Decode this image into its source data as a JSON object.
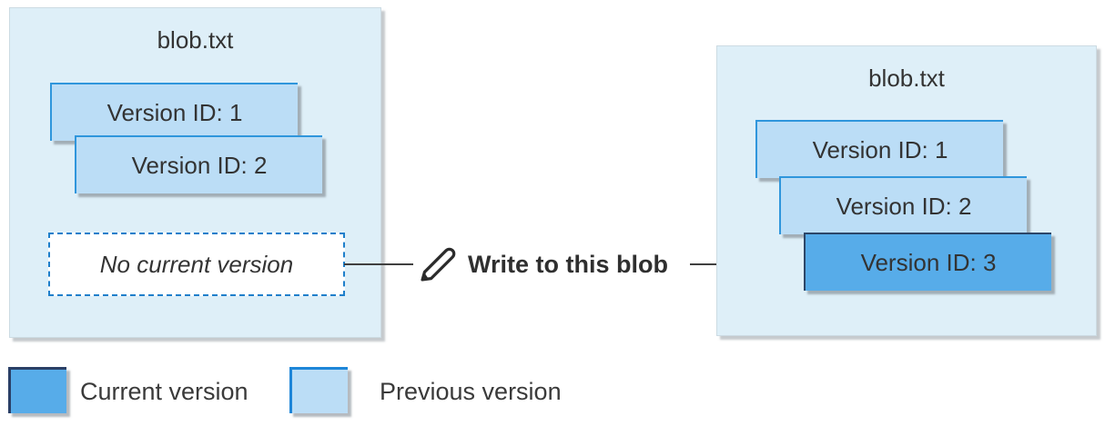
{
  "diagram": {
    "left_blob": {
      "title": "blob.txt",
      "versions": [
        {
          "label": "Version ID: 1",
          "state": "previous"
        },
        {
          "label": "Version ID: 2",
          "state": "previous"
        }
      ],
      "placeholder": "No current version"
    },
    "action": {
      "label": "Write to this blob",
      "icon": "pencil-icon"
    },
    "right_blob": {
      "title": "blob.txt",
      "versions": [
        {
          "label": "Version ID: 1",
          "state": "previous"
        },
        {
          "label": "Version ID: 2",
          "state": "previous"
        },
        {
          "label": "Version ID: 3",
          "state": "current"
        }
      ]
    },
    "legend": [
      {
        "label": "Current version",
        "swatch": "current",
        "color": "#57ace9"
      },
      {
        "label": "Previous version",
        "swatch": "previous",
        "color": "#bbddf6"
      }
    ],
    "colors": {
      "container_fill": "#deeff8",
      "previous_fill": "#bbddf6",
      "previous_border": "#2f96dc",
      "current_fill": "#57ace9",
      "current_border": "#2c4668",
      "dashed_border": "#1e7fcb",
      "arrow": "#404040",
      "text": "#3a3a3a"
    }
  }
}
